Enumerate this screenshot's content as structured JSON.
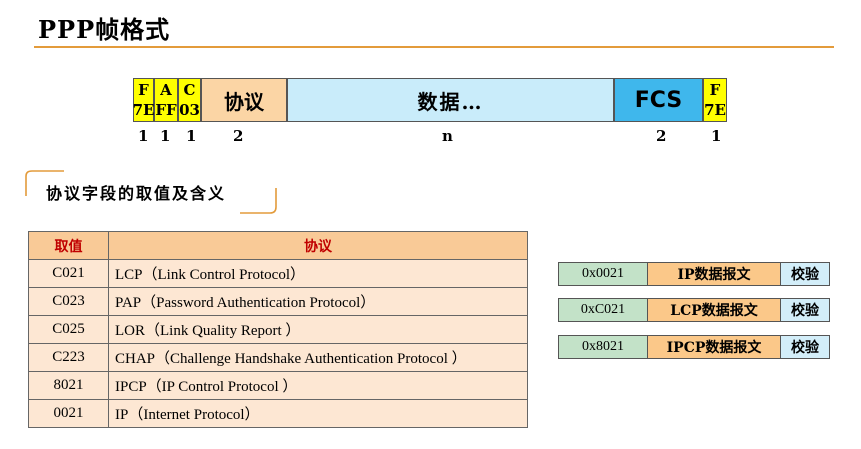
{
  "page": {
    "title": "PPP帧格式"
  },
  "frame": {
    "f1": [
      "F",
      "7E"
    ],
    "a": [
      "A",
      "FF"
    ],
    "c": [
      "C",
      "03"
    ],
    "protocol": "协议",
    "data": "数据…",
    "fcs": "FCS",
    "f2": [
      "F",
      "7E"
    ],
    "lengths": [
      "1",
      "1",
      "1",
      "2",
      "n",
      "2",
      "1"
    ]
  },
  "section": {
    "heading": "协议字段的取值及含义"
  },
  "table": {
    "headers": [
      "取值",
      "协议"
    ],
    "rows": [
      [
        "C021",
        "LCP（Link Control Protocol）"
      ],
      [
        "C023",
        "PAP（Password Authentication Protocol）"
      ],
      [
        "C025",
        "LOR（Link Quality Report ）"
      ],
      [
        "C223",
        "CHAP（Challenge Handshake Authentication Protocol ）"
      ],
      [
        "8021",
        "IPCP（IP  Control Protocol ）"
      ],
      [
        "0021",
        "IP（Internet Protocol）"
      ]
    ]
  },
  "boxes": [
    {
      "code": "0x0021",
      "msg": "IP数据报文",
      "check": "校验"
    },
    {
      "code": "0xC021",
      "msg": "LCP数据报文",
      "check": "校验"
    },
    {
      "code": "0x8021",
      "msg": "IPCP数据报文",
      "check": "校验"
    }
  ],
  "colors": {
    "accent": "#e39b3b",
    "flag": "#ffff00",
    "protocol": "#fbd5a5",
    "data": "#c9ecfa",
    "fcs": "#3fb7ec"
  }
}
